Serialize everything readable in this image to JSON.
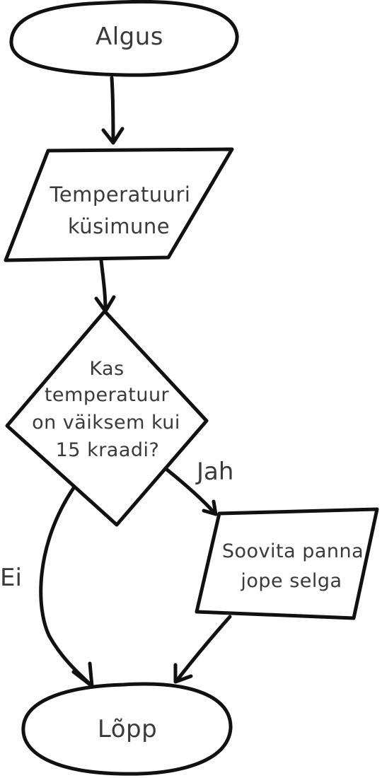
{
  "diagram": {
    "nodes": {
      "start": {
        "line1": "Algus"
      },
      "input": {
        "line1": "Temperatuuri",
        "line2": "küsimune"
      },
      "decision": {
        "line1": "Kas",
        "line2": "temperatuur",
        "line3": "on väiksem kui",
        "line4": "15 kraadi?"
      },
      "advice": {
        "line1": "Soovita panna",
        "line2": "jope selga"
      },
      "end": {
        "line1": "Lõpp"
      }
    },
    "edges": {
      "yes_label": "Jah",
      "no_label": "Ei"
    }
  }
}
